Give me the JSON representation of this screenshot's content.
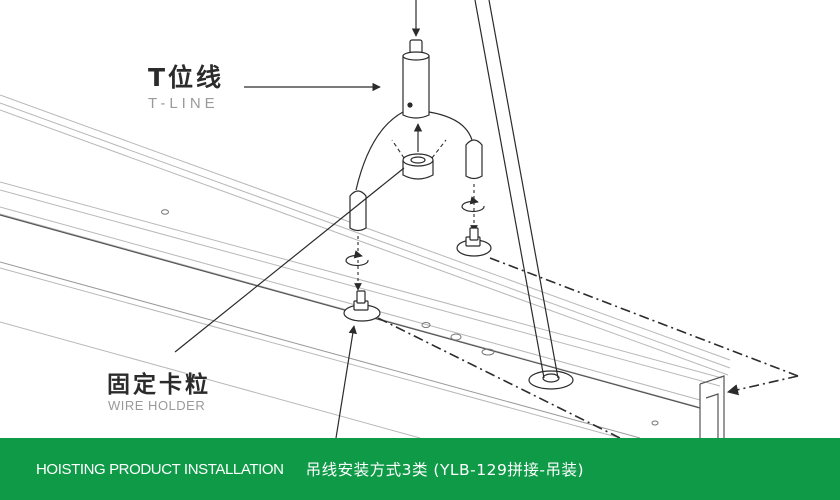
{
  "labels": {
    "t_line_cn": "T位线",
    "t_line_en": "T-LINE",
    "wire_holder_cn": "固定卡粒",
    "wire_holder_en": "WIRE HOLDER"
  },
  "footer": {
    "title_en": "HOISTING PRODUCT INSTALLATION",
    "title_cn": "吊线安装方式3类 (YLB-129拼接-吊装)"
  },
  "colors": {
    "footer_bg": "#0f9a48",
    "line": "#2b2b2b",
    "label_dark": "#2b2b2b",
    "label_light": "#9a9a9a"
  }
}
